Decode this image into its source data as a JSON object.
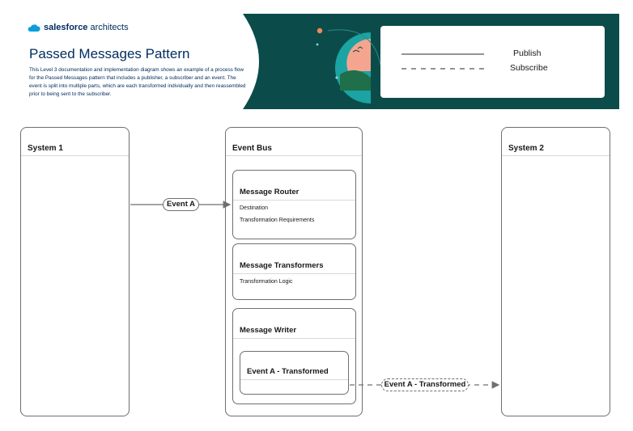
{
  "header": {
    "brand_bold": "salesforce",
    "brand_rest": " architects",
    "title": "Passed Messages Pattern",
    "description": "This Level 3 documentation and implementation diagram shows an example of a process flow for the Passed Messages pattern that includes a publisher, a subscriber and an event. The event is split into multiple parts, which are each transformed individually and then reassembled prior to being sent to the subscriber.",
    "legend": {
      "publish": "Publish",
      "subscribe": "Subscribe"
    },
    "colors": {
      "banner_dark": "#0b4c4a",
      "brand_blue": "#032d60",
      "logo_cloud": "#0d9dda"
    }
  },
  "lanes": {
    "system1": "System 1",
    "event_bus": "Event Bus",
    "system2": "System 2"
  },
  "cards": {
    "router": {
      "title": "Message Router",
      "lines": [
        "Destination",
        "Transformation Requirements"
      ]
    },
    "transformers": {
      "title": "Message Transformers",
      "lines": [
        "Transformation Logic"
      ]
    },
    "writer": {
      "title": "Message Writer",
      "inner_title": "Event A - Transformed"
    }
  },
  "connectors": {
    "publish_label": "Event A",
    "subscribe_label": "Event A - Transformed"
  }
}
